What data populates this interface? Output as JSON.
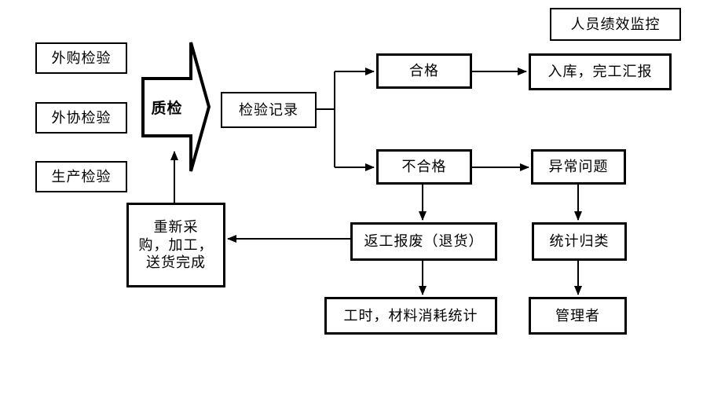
{
  "diagram_type": "flowchart",
  "colors": {
    "background": "#ffffff",
    "stroke": "#000000",
    "text": "#000000"
  },
  "nodes": {
    "waigou": {
      "label": "外购检验"
    },
    "waixie": {
      "label": "外协检验"
    },
    "shengchan": {
      "label": "生产检验"
    },
    "zhijian": {
      "label": "质检"
    },
    "jianyan_jilu": {
      "label": "检验记录"
    },
    "renyuan_jixiao": {
      "label": "人员绩效监控"
    },
    "hege": {
      "label": "合格"
    },
    "ruku": {
      "label": "入库，完工汇报"
    },
    "buhege": {
      "label": "不合格"
    },
    "yichang": {
      "label": "异常问题"
    },
    "chongxin_caigou": {
      "lines": [
        "重新采",
        "购，加工，",
        "送货完成"
      ]
    },
    "fangong_baofei": {
      "label": "返工报废（退货）"
    },
    "gongshi_tongji": {
      "label": "工时，材料消耗统计"
    },
    "tongji_guilei": {
      "label": "统计归类"
    },
    "guanlizhe": {
      "label": "管理者"
    }
  },
  "edges": [
    "检验记录 → 合格",
    "检验记录 → 不合格",
    "合格 → 入库，完工汇报",
    "不合格 → 异常问题",
    "不合格 → 返工报废（退货）",
    "异常问题 → 统计归类",
    "返工报废（退货） → 重新采购，加工，送货完成",
    "返工报废（退货） → 工时，材料消耗统计",
    "统计归类 → 管理者",
    "重新采购，加工，送货完成 → 质检"
  ]
}
